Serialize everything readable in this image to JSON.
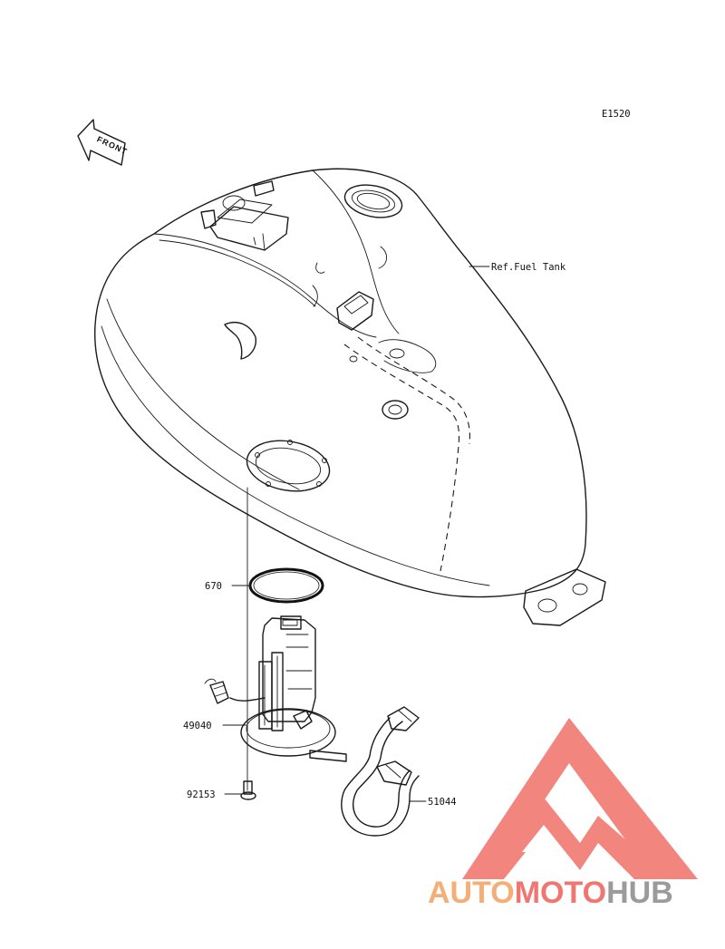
{
  "diagram_code": "E1520",
  "front_marker": "FRONT",
  "ref_label": "Ref.Fuel Tank",
  "parts": [
    {
      "number": "670"
    },
    {
      "number": "49040"
    },
    {
      "number": "92153"
    },
    {
      "number": "51044"
    }
  ],
  "watermark": {
    "part1": "AUTO",
    "part2": "MOTO",
    "part3": "HUB",
    "colors": {
      "orange": "#f4a15e",
      "red": "#ee5f59",
      "gray": "#8a8a8a",
      "triangle": "#f07068"
    }
  }
}
